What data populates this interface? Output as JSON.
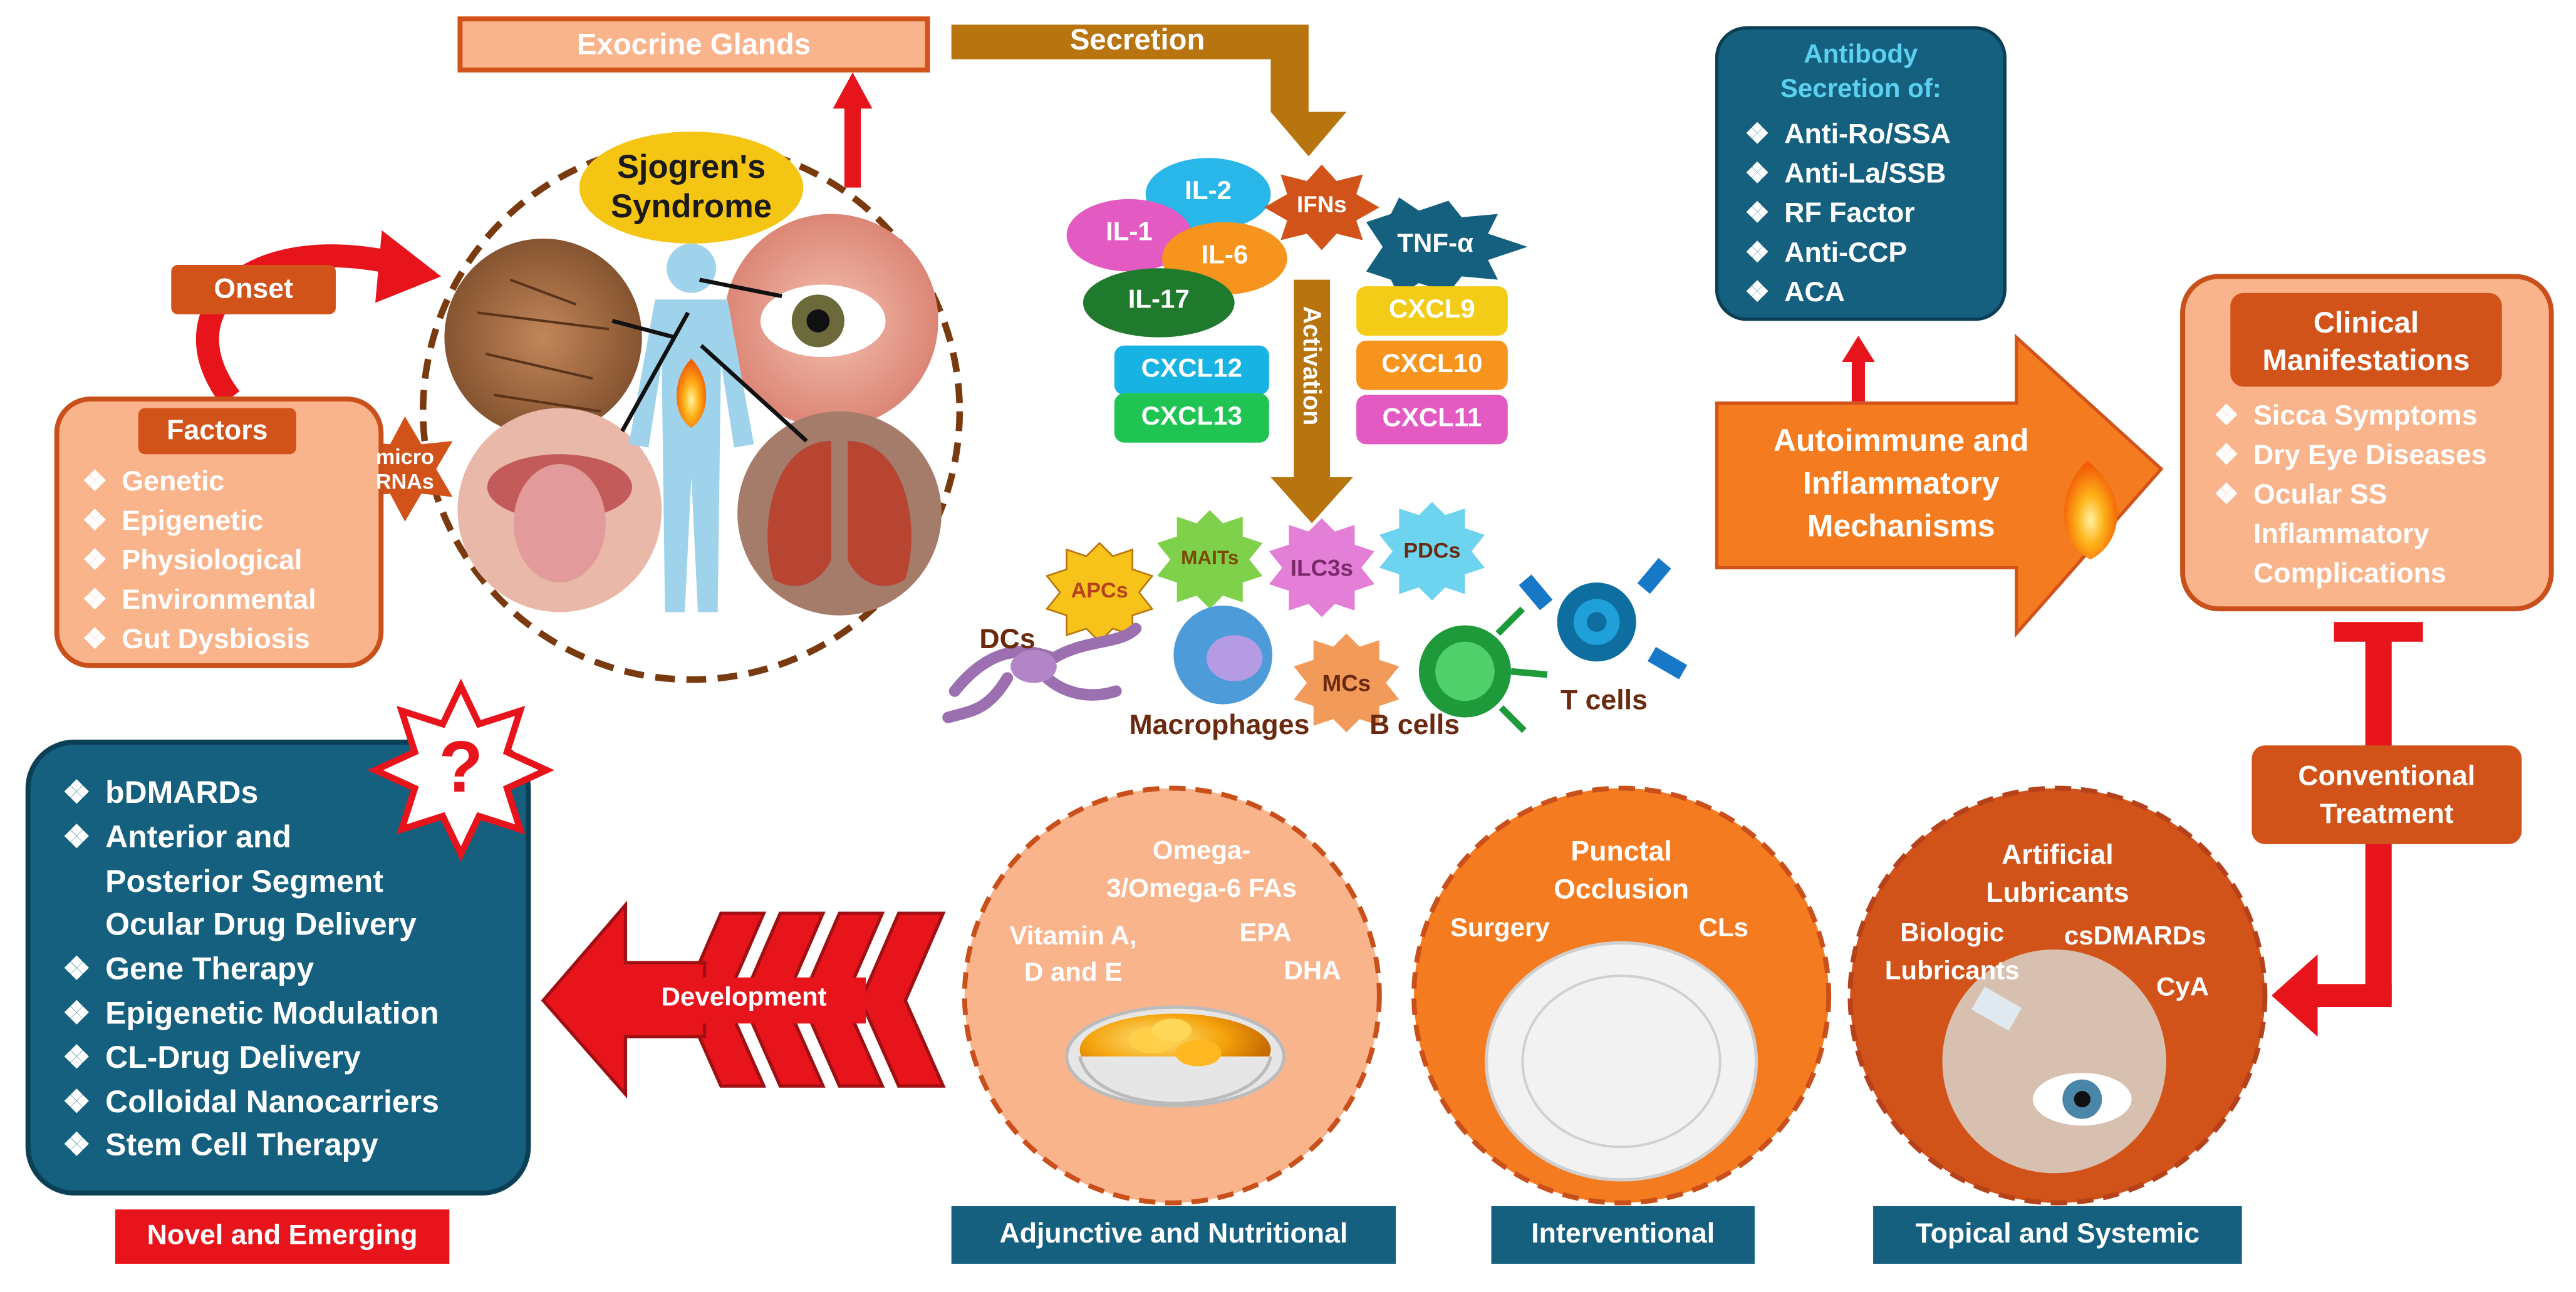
{
  "exocrine": "Exocrine Glands",
  "secretion": "Secretion",
  "activation": "Activation",
  "development": "Development",
  "center": {
    "title_line1": "Sjogren's",
    "title_line2": "Syndrome"
  },
  "onset": "Onset",
  "factors": {
    "title": "Factors",
    "items": [
      "Genetic",
      "Epigenetic",
      "Physiological",
      "Environmental",
      "Gut Dysbiosis"
    ],
    "badge_line1": "micro",
    "badge_line2": "RNAs"
  },
  "cytokines": {
    "il2": "IL-2",
    "il1": "IL-1",
    "il6": "IL-6",
    "il17": "IL-17",
    "ifns": "IFNs",
    "tnf": "TNF-α",
    "cxcl12": "CXCL12",
    "cxcl13": "CXCL13",
    "cxcl9": "CXCL9",
    "cxcl10": "CXCL10",
    "cxcl11": "CXCL11"
  },
  "cells": {
    "apcs": "APCs",
    "maits": "MAITs",
    "ilc3s": "ILC3s",
    "pdcs": "PDCs",
    "mcs": "MCs",
    "dcs": "DCs",
    "macrophages": "Macrophages",
    "bcells": "B cells",
    "tcells": "T cells"
  },
  "antibody": {
    "title_line1": "Antibody",
    "title_line2": "Secretion of:",
    "items": [
      "Anti-Ro/SSA",
      "Anti-La/SSB",
      "RF Factor",
      "Anti-CCP",
      "ACA"
    ]
  },
  "autoimmune": {
    "line1": "Autoimmune and",
    "line2": "Inflammatory",
    "line3": "Mechanisms"
  },
  "clinical": {
    "title_line1": "Clinical",
    "title_line2": "Manifestations",
    "items": [
      "Sicca Symptoms",
      "Dry Eye Diseases",
      "Ocular SS"
    ],
    "extra_line1": "Inflammatory",
    "extra_line2": "Complications"
  },
  "conventional": {
    "line1": "Conventional",
    "line2": "Treatment"
  },
  "topical": {
    "artificial_line1": "Artificial",
    "artificial_line2": "Lubricants",
    "biologic_line1": "Biologic",
    "biologic_line2": "Lubricants",
    "csdmards": "csDMARDs",
    "cya": "CyA",
    "label": "Topical and Systemic"
  },
  "interventional": {
    "punctal_line1": "Punctal",
    "punctal_line2": "Occlusion",
    "surgery": "Surgery",
    "cls": "CLs",
    "label": "Interventional"
  },
  "adjunctive": {
    "omega_line1": "Omega-",
    "omega_line2": "3/Omega-6 FAs",
    "vitamin_line1": "Vitamin A,",
    "vitamin_line2": "D and E",
    "epa": "EPA",
    "dha": "DHA",
    "label": "Adjunctive and Nutritional"
  },
  "novel": {
    "items": [
      "bDMARDs",
      "Anterior and",
      "Posterior Segment",
      "Ocular Drug Delivery",
      "Gene Therapy",
      "Epigenetic Modulation",
      "CL-Drug Delivery",
      "Colloidal Nanocarriers",
      "Stem Cell Therapy"
    ],
    "question": "?",
    "label": "Novel and Emerging"
  },
  "colors": {
    "dark_teal": "#14607e",
    "orange": "#f47b20",
    "dark_orange": "#d2531a",
    "peach": "#f9b48c",
    "red": "#e8141c",
    "brown": "#b8740f"
  }
}
